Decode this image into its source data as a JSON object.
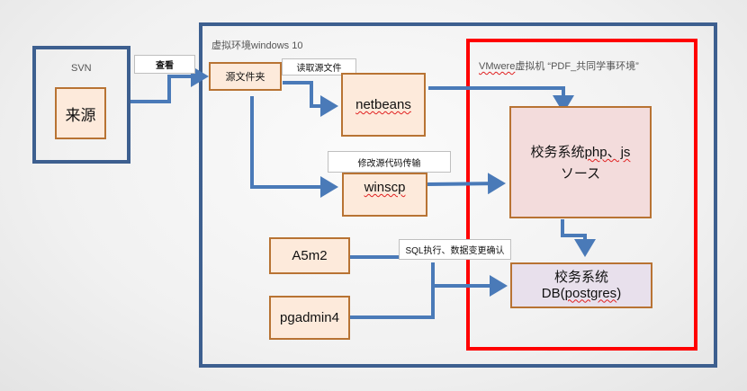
{
  "svn_frame": {
    "title": "SVN",
    "node": "来源"
  },
  "edge_labels": {
    "view": "查看",
    "read_source": "读取源文件",
    "modify_transfer": "修改源代码传输",
    "sql_exec": "SQL执行、数据变更确认"
  },
  "windows_frame": {
    "title": "虚拟环境windows 10",
    "nodes": {
      "source_folder": "源文件夹",
      "netbeans": "netbeans",
      "winscp": "winscp",
      "a5m2": "A5m2",
      "pgadmin4": "pgadmin4"
    }
  },
  "vmware_frame": {
    "title_prefix": "VMwere",
    "title_rest": "虚拟机 “PDF_共同学事环境”",
    "nodes": {
      "php_source_line1_a": "校务系统",
      "php_source_line1_b": "php、js",
      "php_source_line2": "ソース",
      "db_line1": "校务系统",
      "db_line2_a": "DB(",
      "db_line2_b": "postgres",
      "db_line2_c": ")"
    }
  },
  "colors": {
    "frame_blue": "#3d5f8f",
    "frame_red": "#ff0000",
    "arrow": "#4a7ab8",
    "node_border": "#b87333",
    "node_fill": "#fdeadb"
  }
}
